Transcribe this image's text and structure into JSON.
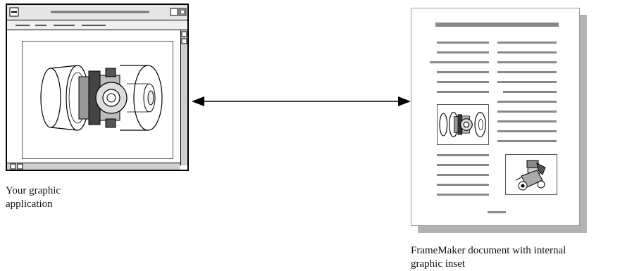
{
  "captions": {
    "application": "Your graphic\napplication",
    "document": "FrameMaker document with internal\ngraphic inset"
  },
  "colors": {
    "text_line": "#888888",
    "page_shadow": "#b3b3b3",
    "window_chrome": "#e6e6e6"
  },
  "icons": {
    "drawing": "mechanical-part-drawing-icon",
    "arrow": "double-headed-arrow"
  }
}
